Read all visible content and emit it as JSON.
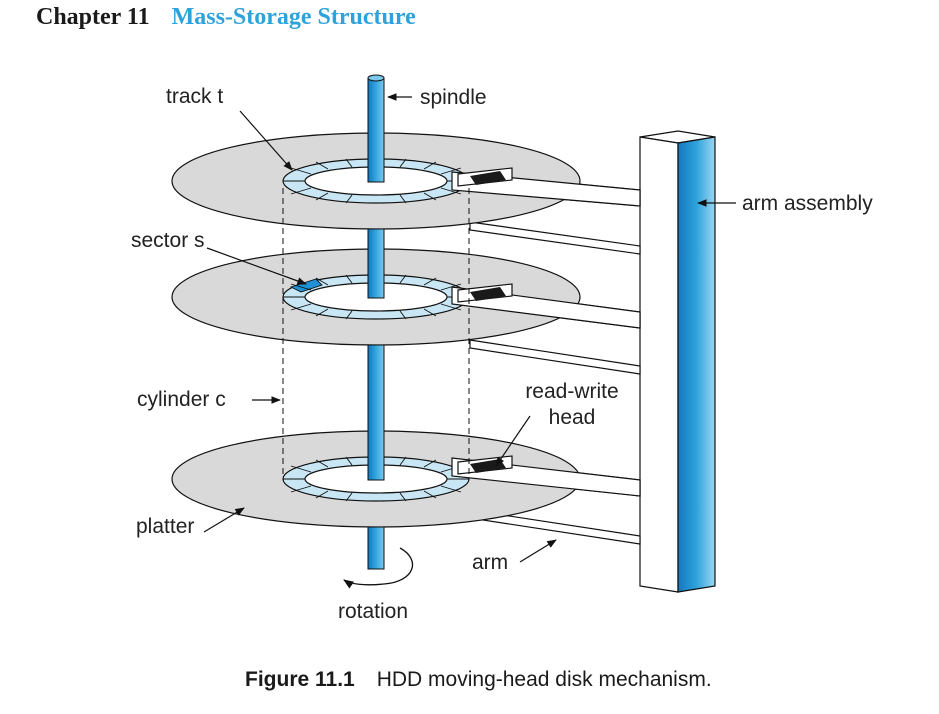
{
  "header": {
    "chapter": "Chapter 11",
    "title": "Mass-Storage Structure"
  },
  "figure": {
    "labels": {
      "track": "track t",
      "spindle": "spindle",
      "arm_assembly": "arm assembly",
      "sector": "sector s",
      "cylinder": "cylinder c",
      "read_write_head_line1": "read-write",
      "read_write_head_line2": "head",
      "platter": "platter",
      "arm": "arm",
      "rotation": "rotation"
    },
    "colors": {
      "accent": "#2ea3db",
      "platter": "#d9d9d9",
      "track_ring": "#c9e6f5",
      "highlight_sector": "#1e90d6",
      "head": "#1a1a1a"
    }
  },
  "caption": {
    "number": "Figure 11.1",
    "text": "HDD moving-head disk mechanism."
  }
}
